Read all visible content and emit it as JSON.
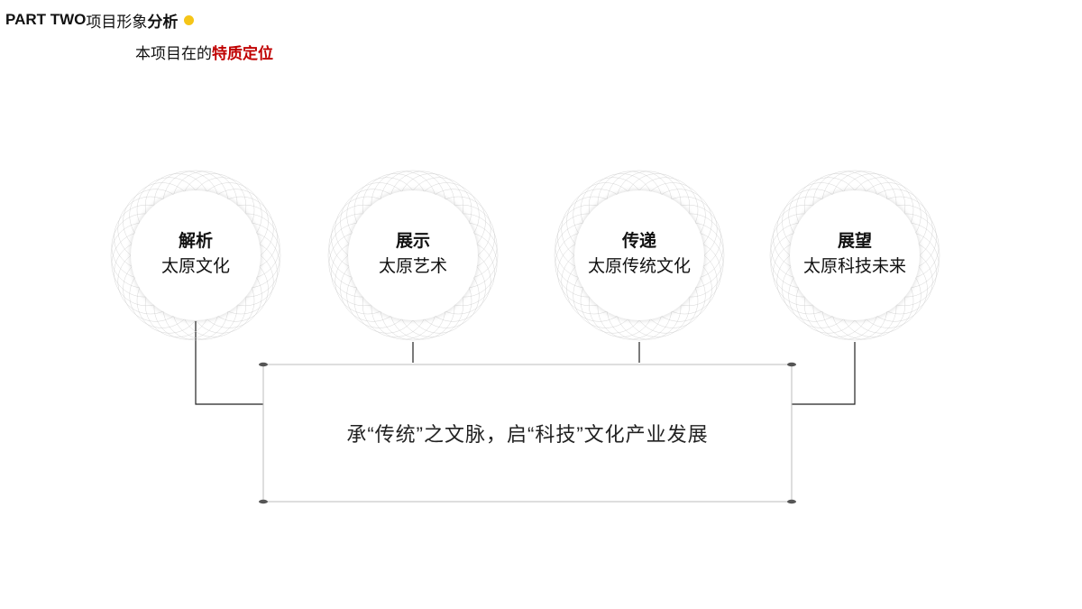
{
  "header": {
    "title_en": "PART TWO",
    "title_cn": "项目形象",
    "title_hl": "分析",
    "dot_color": "#F5C518"
  },
  "subheader": {
    "prefix": "本项目在的",
    "highlight": "特质定位",
    "highlight_color": "#C00000"
  },
  "circles": [
    {
      "title": "解析",
      "desc": "太原文化"
    },
    {
      "title": "展示",
      "desc": "太原艺术"
    },
    {
      "title": "传递",
      "desc": "太原传统文化"
    },
    {
      "title": "展望",
      "desc": "太原科技未来"
    }
  ],
  "summary": "承“传统”之文脉，启“科技”文化产业发展"
}
